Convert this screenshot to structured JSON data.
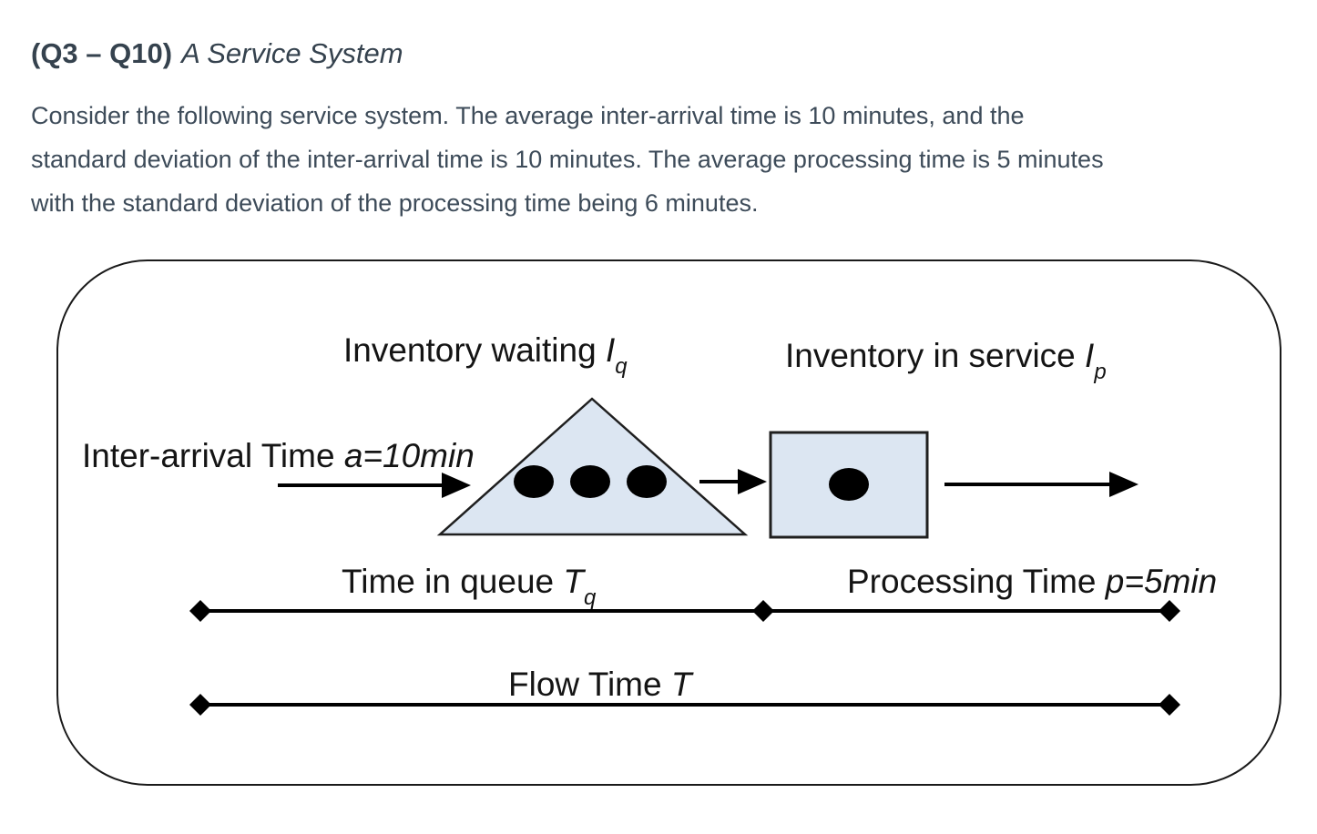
{
  "heading": {
    "prefix": "(Q3 – Q10)",
    "title": "A Service System"
  },
  "intro": {
    "lines": [
      "Consider the following service system. The average inter-arrival time is 10 minutes, and the",
      "standard deviation of the inter-arrival time is 10 minutes. The average processing time is 5 minutes",
      "with the standard deviation of the processing time being 6 minutes."
    ]
  },
  "diagram": {
    "labels": {
      "inventory_waiting": {
        "text": "Inventory waiting ",
        "symbol": "I",
        "subscript": "q"
      },
      "inventory_in_service": {
        "text": "Inventory in service ",
        "symbol": "I",
        "subscript": "p"
      },
      "inter_arrival": {
        "text": "Inter-arrival Time ",
        "value": "a=10min"
      },
      "time_in_queue": {
        "text": "Time in queue ",
        "symbol": "T",
        "subscript": "q"
      },
      "processing_time": {
        "text": "Processing Time ",
        "value": "p=5min"
      },
      "flow_time": {
        "text": "Flow Time ",
        "symbol": "T"
      }
    },
    "queue_dot_count": 3,
    "service_dot_count": 1,
    "colors": {
      "shape_fill": "#dce6f2",
      "shape_stroke": "#1f1f1f",
      "line": "#000000",
      "label_text": "#141414",
      "body_text": "#3d4b59",
      "heading_text": "#35424e"
    }
  }
}
